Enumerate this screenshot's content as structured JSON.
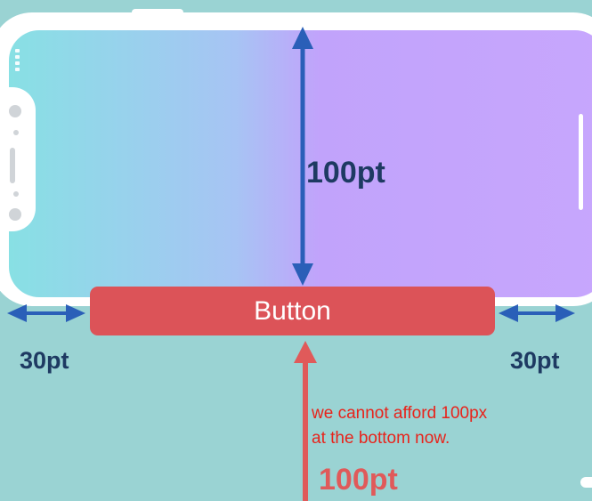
{
  "button": {
    "label": "Button"
  },
  "labels": {
    "top_height": "100pt",
    "left_margin": "30pt",
    "right_margin": "30pt",
    "bottom_height": "100pt"
  },
  "note": {
    "line1": "we cannot afford 100px",
    "line2": "at the bottom now."
  },
  "colors": {
    "background": "#9ad3d3",
    "blue_arrow": "#2a5fb8",
    "label_blue": "#1e3a62",
    "button_red": "#dc5358",
    "red_arrow": "#e05a5a",
    "note_red": "#e8231b"
  },
  "icons": [
    "phone-frame",
    "vertical-double-arrow-icon",
    "horizontal-double-arrow-icon",
    "up-arrow-icon"
  ]
}
